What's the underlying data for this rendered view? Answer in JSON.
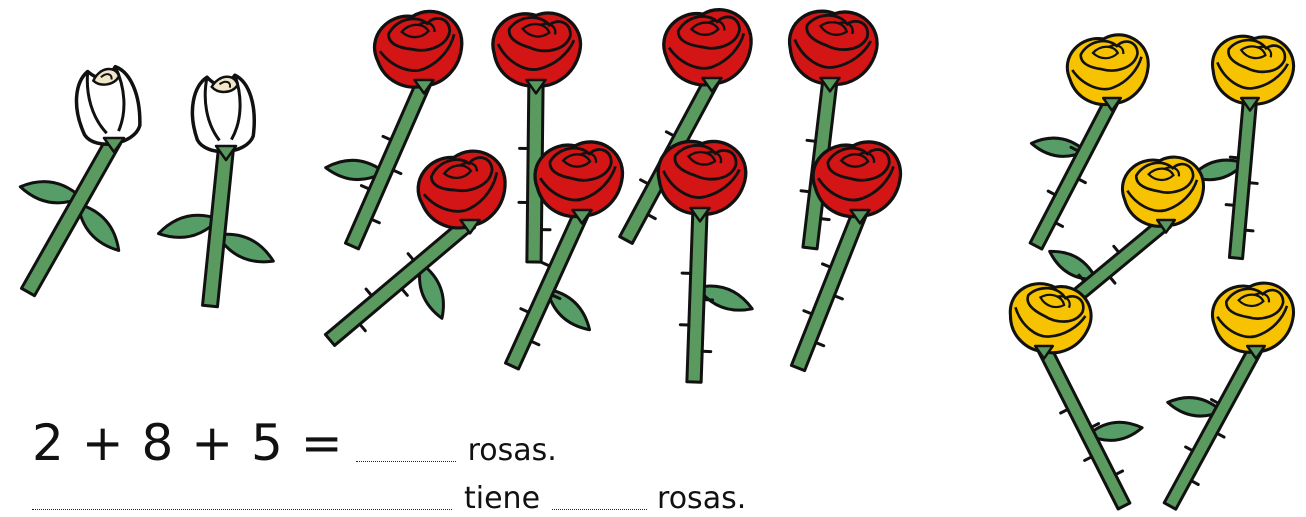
{
  "equation": {
    "text": "2 + 8 + 5 =",
    "unit_word": "rosas."
  },
  "sentence": {
    "verb": "tiene",
    "unit_word": "rosas."
  },
  "colors": {
    "white_rose": "#ffffff",
    "white_rose_shade": "#f2e6c8",
    "red_rose": "#d31516",
    "yellow_rose": "#f7c300",
    "stem": "#5a9a5f",
    "leaf": "#579d67",
    "outline": "#111111"
  },
  "rose_groups": [
    {
      "color": "white",
      "count": 2
    },
    {
      "color": "red",
      "count": 8
    },
    {
      "color": "yellow",
      "count": 5
    }
  ]
}
